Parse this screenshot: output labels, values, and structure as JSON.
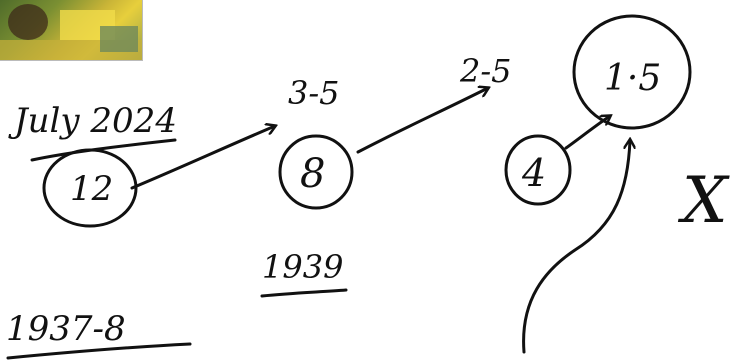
{
  "labels": {
    "date": "July 2024",
    "node_a": "12",
    "node_b": "8",
    "node_c": "4",
    "node_d": "1·5",
    "ratio_1": "3-5",
    "ratio_2": "2-5",
    "year_1939": "1939",
    "year_1937": "1937-8",
    "cross_mark": "X"
  },
  "colors": {
    "ink": "#111111",
    "background": "#ffffff"
  },
  "thumbnail": {
    "description_icon": "photo-thumbnail"
  }
}
